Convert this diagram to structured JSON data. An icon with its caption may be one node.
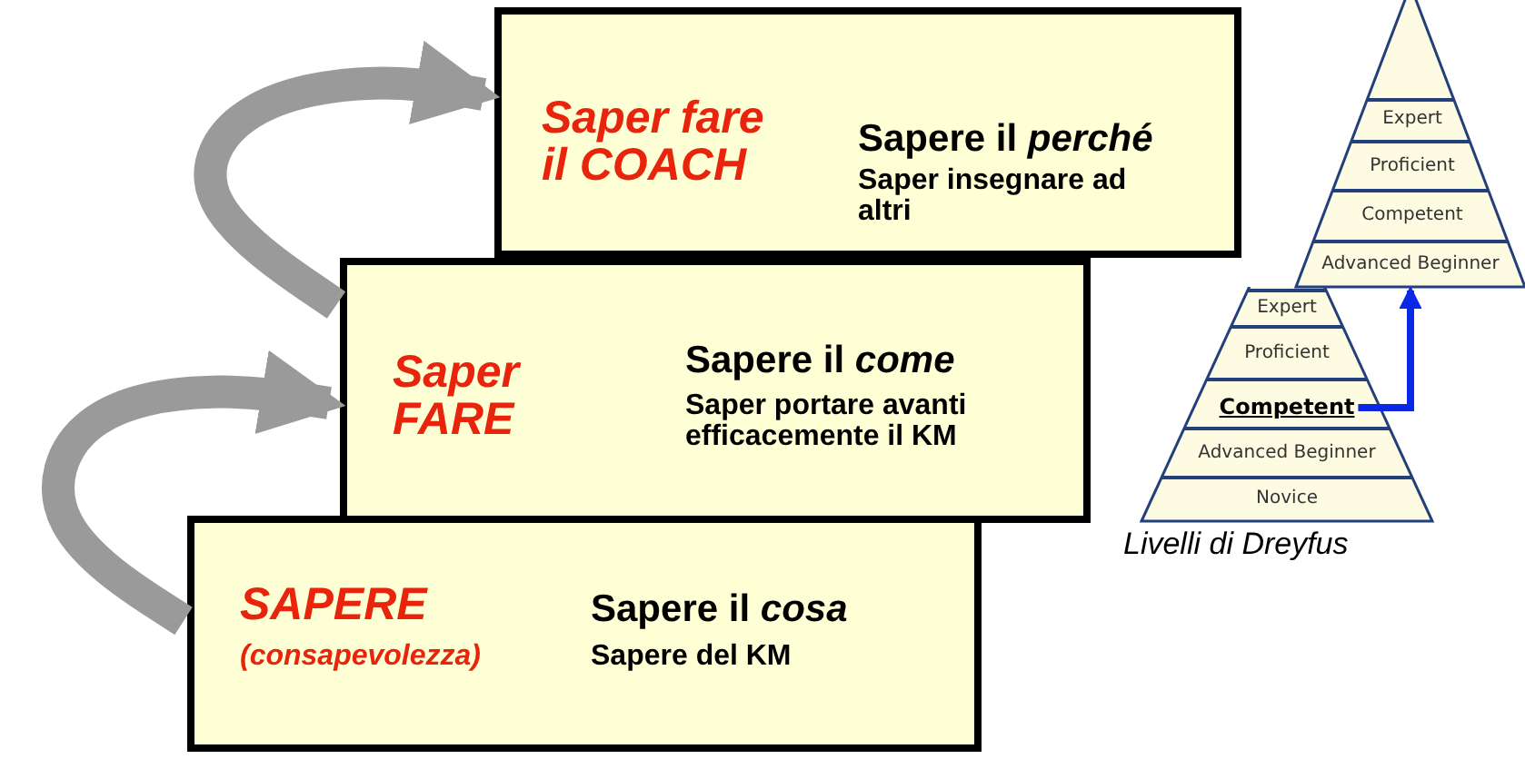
{
  "diagram": {
    "nodes": [
      {
        "text": [
          "Saper fare il COACH",
          "Sapere il *perché*",
          "Saper insegnare ad altri"
        ]
      },
      {
        "text": [
          "Saper FARE",
          "Sapere il *come*",
          "Saper portare avanti efficacemente il KM"
        ]
      },
      {
        "text": [
          "SAPERE",
          "(consapevolezza)",
          "Sapere il *cosa*",
          "Sapere del KM"
        ]
      },
      {
        "text": [
          "Expert"
        ]
      },
      {
        "text": [
          "Proficient"
        ]
      },
      {
        "text": [
          "Competent"
        ]
      },
      {
        "text": [
          "Advanced Beginner"
        ]
      },
      {
        "text": [
          "Expert"
        ]
      },
      {
        "text": [
          "Proficient"
        ]
      },
      {
        "text": [
          "Competent"
        ]
      },
      {
        "text": [
          "Advanced Beginner"
        ]
      },
      {
        "text": [
          "Novice"
        ]
      }
    ],
    "edges": [
      {
        "from": 2,
        "to": 1,
        "arrow": "to",
        "color": "#9a9a9a"
      },
      {
        "from": 1,
        "to": 0,
        "arrow": "to",
        "color": "#9a9a9a"
      },
      {
        "from": 9,
        "to": 6,
        "arrow": "to",
        "color": "#0a28e6"
      }
    ],
    "labels": [
      "Livelli di Dreyfus"
    ]
  }
}
